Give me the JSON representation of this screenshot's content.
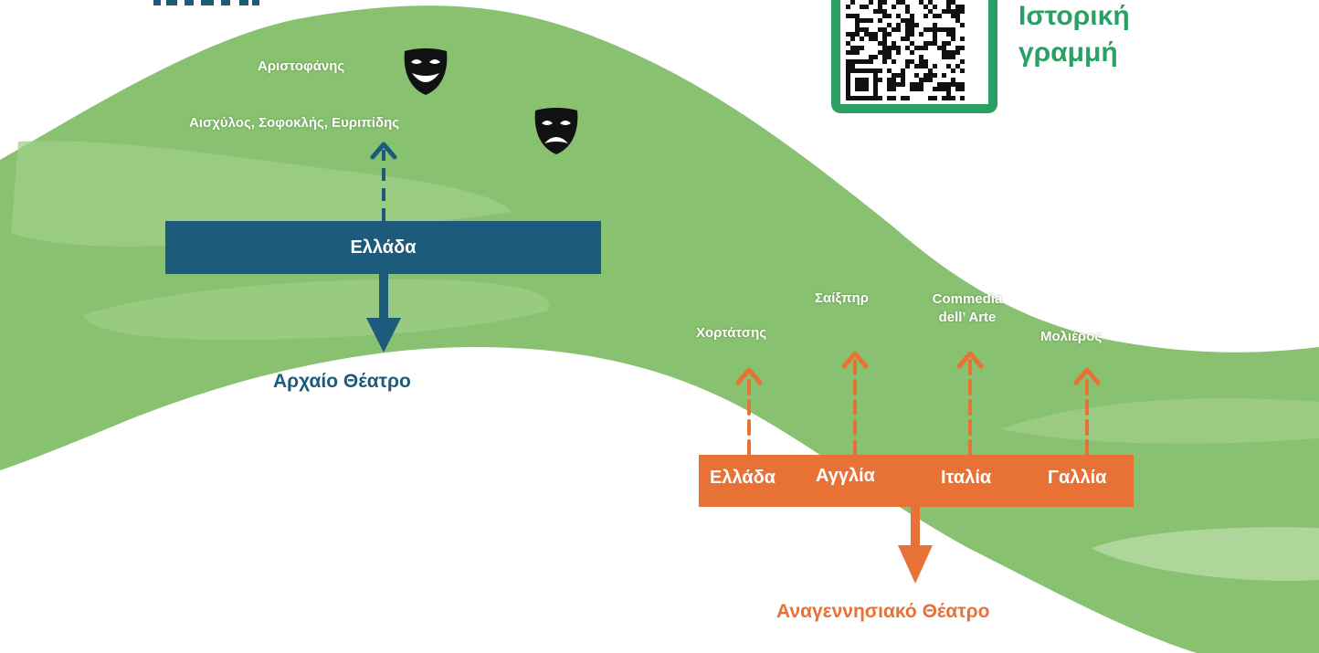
{
  "qr": {
    "caption_line1": "Ιστορική",
    "caption_line2": "γραμμή"
  },
  "ancient": {
    "bar_label": "Ελλάδα",
    "era_label": "Αρχαίο Θέατρο",
    "authors_top": "Αριστοφάνης",
    "authors_bottom": "Αισχύλος, Σοφοκλής, Ευριπίδης"
  },
  "renaissance": {
    "era_label": "Αναγεννησιακό Θέατρο",
    "countries": [
      "Ελλάδα",
      "Αγγλία",
      "Ιταλία",
      "Γαλλία"
    ],
    "authors": [
      "Χορτάτσης",
      "Σαίξπηρ",
      "Commedia dell’ Arte",
      "Μολιέρος"
    ]
  },
  "colors": {
    "wave": "#88c170",
    "wave_light": "#a3cf8c",
    "ancient_accent": "#1c5b7c",
    "renaissance_accent": "#e87135",
    "qr_green": "#2aa064"
  },
  "icons": [
    "comedy-mask-icon",
    "tragedy-mask-icon",
    "qr-code-icon"
  ]
}
